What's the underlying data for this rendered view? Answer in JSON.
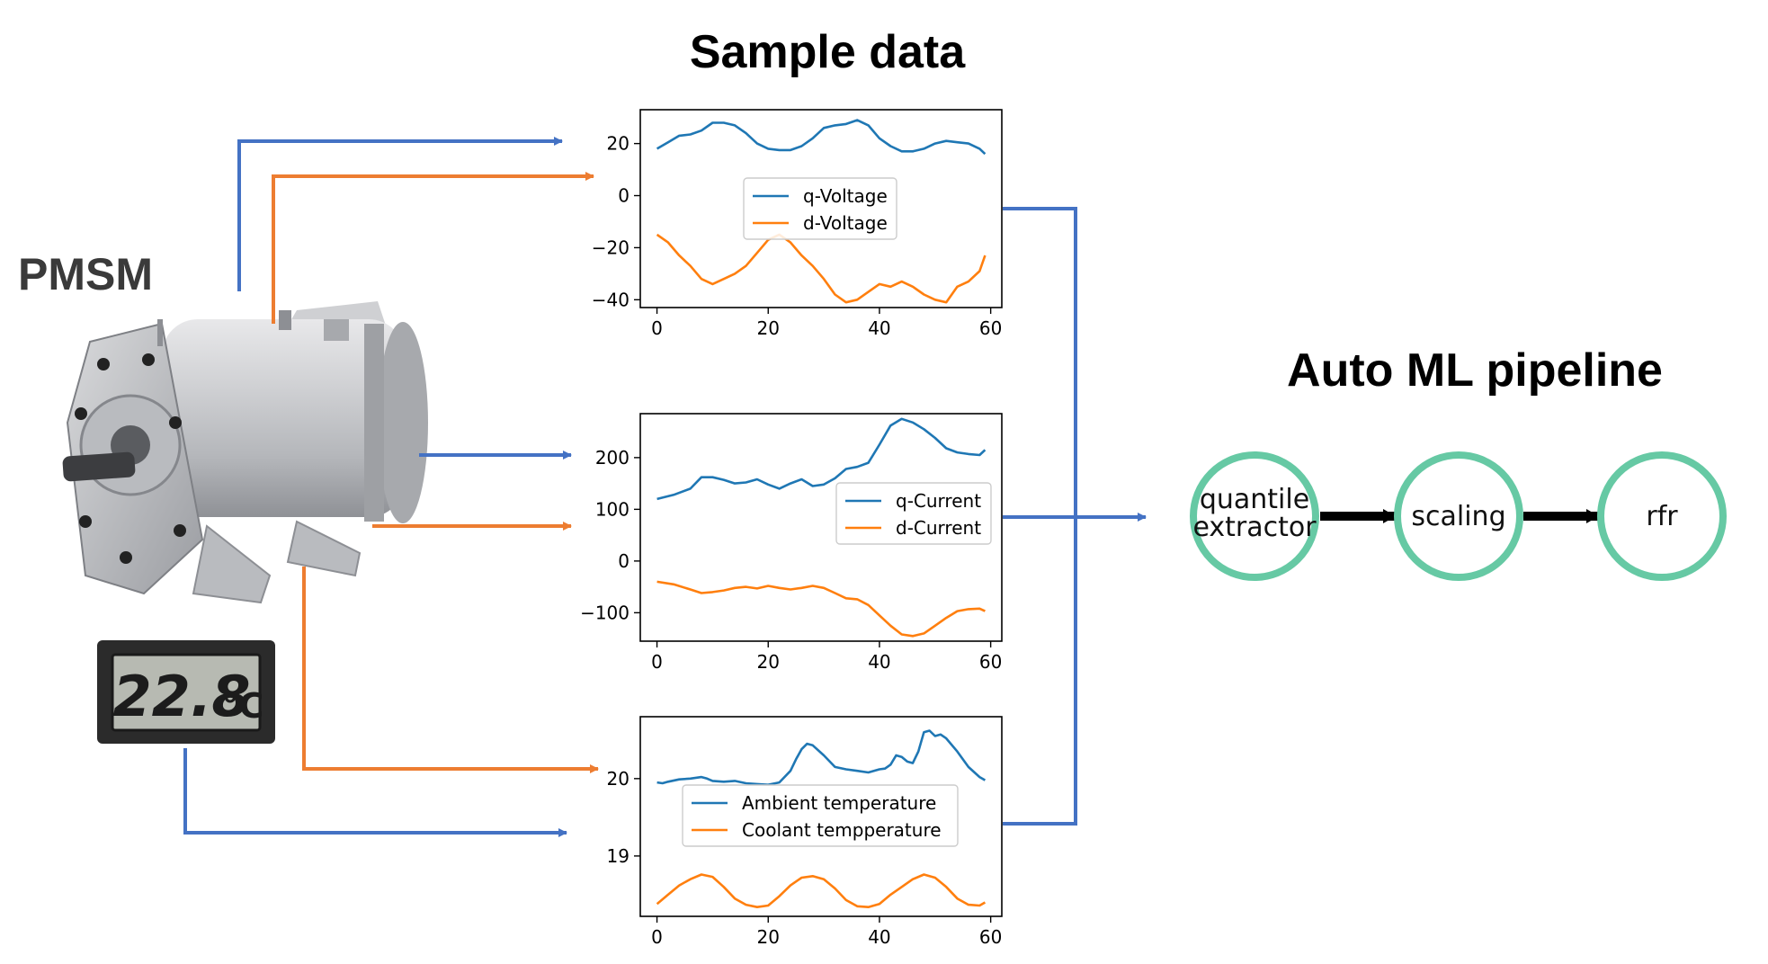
{
  "titles": {
    "sample_data": "Sample data",
    "pmsm": "PMSM",
    "pipeline": "Auto ML pipeline"
  },
  "thermometer": {
    "reading": "22.8",
    "unit": "°C"
  },
  "pipeline_nodes": [
    {
      "label_lines": [
        "quantile",
        "extractor"
      ]
    },
    {
      "label_lines": [
        "scaling"
      ]
    },
    {
      "label_lines": [
        "rfr"
      ]
    }
  ],
  "colors": {
    "blue_series": "#1f77b4",
    "orange_series": "#ff7f0e",
    "flow_blue": "#4472c4",
    "flow_orange": "#ed7d31",
    "node_ring": "#66c9a4"
  },
  "chart_data": [
    {
      "type": "line",
      "xlim": [
        -3,
        62
      ],
      "ylim": [
        -43,
        33
      ],
      "xticks": [
        0,
        20,
        40,
        60
      ],
      "yticks": [
        20,
        0,
        -20,
        -40
      ],
      "ytick_labels": [
        "20",
        "0",
        "−20",
        "−40"
      ],
      "legend_position": "center",
      "series": [
        {
          "name": "q-Voltage",
          "x": [
            0,
            2,
            4,
            6,
            8,
            10,
            12,
            14,
            16,
            18,
            20,
            22,
            24,
            26,
            28,
            30,
            32,
            34,
            36,
            38,
            40,
            42,
            44,
            46,
            48,
            50,
            52,
            54,
            56,
            58,
            59
          ],
          "y": [
            18,
            20.5,
            23,
            23.5,
            25,
            28,
            28,
            27,
            24,
            20,
            18,
            17.5,
            17.5,
            19,
            22,
            26,
            27,
            27.5,
            29,
            27,
            22,
            19,
            17,
            17,
            18,
            20,
            21,
            20.5,
            20,
            18,
            16
          ]
        },
        {
          "name": "d-Voltage",
          "x": [
            0,
            2,
            4,
            6,
            8,
            10,
            12,
            14,
            16,
            18,
            20,
            22,
            24,
            26,
            28,
            30,
            32,
            34,
            36,
            38,
            40,
            42,
            44,
            46,
            48,
            50,
            52,
            54,
            56,
            58,
            59
          ],
          "y": [
            -15,
            -18,
            -23,
            -27,
            -32,
            -34,
            -32,
            -30,
            -27,
            -22,
            -17,
            -15,
            -18,
            -23,
            -27,
            -32,
            -38,
            -41,
            -40,
            -37,
            -34,
            -35,
            -33,
            -35,
            -38,
            -40,
            -41,
            -35,
            -33,
            -29,
            -23
          ]
        }
      ]
    },
    {
      "type": "line",
      "xlim": [
        -3,
        62
      ],
      "ylim": [
        -155,
        285
      ],
      "xticks": [
        0,
        20,
        40,
        60
      ],
      "yticks": [
        200,
        100,
        0,
        -100
      ],
      "ytick_labels": [
        "200",
        "100",
        "0",
        "−100"
      ],
      "legend_position": "lower right",
      "series": [
        {
          "name": "q-Current",
          "x": [
            0,
            3,
            6,
            8,
            10,
            12,
            14,
            16,
            18,
            20,
            22,
            24,
            26,
            28,
            30,
            32,
            34,
            36,
            38,
            40,
            42,
            44,
            46,
            48,
            50,
            52,
            54,
            56,
            58,
            59
          ],
          "y": [
            120,
            128,
            140,
            162,
            162,
            157,
            150,
            152,
            158,
            148,
            140,
            150,
            158,
            145,
            148,
            160,
            178,
            182,
            190,
            225,
            262,
            275,
            268,
            255,
            238,
            218,
            210,
            207,
            205,
            215
          ]
        },
        {
          "name": "d-Current",
          "x": [
            0,
            3,
            6,
            8,
            10,
            12,
            14,
            16,
            18,
            20,
            22,
            24,
            26,
            28,
            30,
            32,
            34,
            36,
            38,
            40,
            42,
            44,
            46,
            48,
            50,
            52,
            54,
            56,
            58,
            59
          ],
          "y": [
            -40,
            -45,
            -55,
            -62,
            -60,
            -57,
            -52,
            -50,
            -53,
            -48,
            -52,
            -55,
            -52,
            -48,
            -52,
            -62,
            -72,
            -74,
            -85,
            -105,
            -125,
            -142,
            -145,
            -140,
            -125,
            -110,
            -97,
            -93,
            -92,
            -97
          ]
        }
      ]
    },
    {
      "type": "line",
      "xlim": [
        -3,
        62
      ],
      "ylim": [
        18.22,
        20.8
      ],
      "xticks": [
        0,
        20,
        40,
        60
      ],
      "yticks": [
        20,
        19
      ],
      "ytick_labels": [
        "20",
        "19"
      ],
      "legend_position": "center",
      "series": [
        {
          "name": "Ambient temperature",
          "x": [
            0,
            1,
            2,
            4,
            6,
            8,
            9,
            10,
            12,
            14,
            16,
            18,
            20,
            22,
            24,
            25,
            26,
            27,
            28,
            30,
            32,
            34,
            36,
            38,
            40,
            41,
            42,
            43,
            44,
            45,
            46,
            47,
            48,
            49,
            50,
            51,
            52,
            54,
            56,
            58,
            59
          ],
          "y": [
            19.95,
            19.94,
            19.96,
            19.99,
            20.0,
            20.02,
            20.0,
            19.97,
            19.96,
            19.97,
            19.94,
            19.93,
            19.92,
            19.95,
            20.1,
            20.25,
            20.38,
            20.45,
            20.43,
            20.3,
            20.15,
            20.12,
            20.1,
            20.08,
            20.12,
            20.13,
            20.18,
            20.3,
            20.28,
            20.22,
            20.2,
            20.35,
            20.6,
            20.62,
            20.55,
            20.57,
            20.52,
            20.35,
            20.15,
            20.02,
            19.98
          ]
        },
        {
          "name": "Coolant tempperature",
          "x": [
            0,
            2,
            4,
            6,
            8,
            10,
            12,
            14,
            16,
            18,
            20,
            22,
            24,
            26,
            28,
            30,
            32,
            34,
            36,
            38,
            40,
            42,
            44,
            46,
            48,
            50,
            52,
            54,
            56,
            58,
            59
          ],
          "y": [
            18.38,
            18.5,
            18.62,
            18.7,
            18.76,
            18.73,
            18.6,
            18.45,
            18.37,
            18.34,
            18.36,
            18.48,
            18.62,
            18.72,
            18.74,
            18.7,
            18.58,
            18.43,
            18.35,
            18.34,
            18.38,
            18.5,
            18.6,
            18.7,
            18.76,
            18.72,
            18.6,
            18.45,
            18.37,
            18.36,
            18.4
          ]
        }
      ]
    }
  ]
}
